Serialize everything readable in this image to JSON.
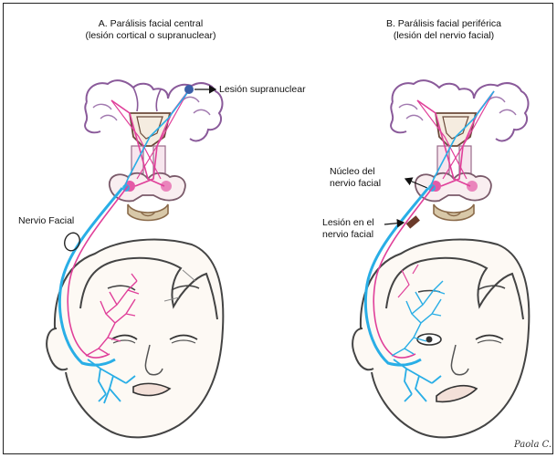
{
  "panels": [
    {
      "title_line1": "A.  Parálisis facial central",
      "title_line2": "(lesión cortical o supranuclear)"
    },
    {
      "title_line1": "B. Parálisis facial periférica",
      "title_line2": "(lesión del nervio facial)"
    }
  ],
  "labels": {
    "supranuclear_lesion": "Lesión supranuclear",
    "facial_nerve": "Nervio Facial",
    "facial_nucleus_line1": "Núcleo del",
    "facial_nucleus_line2": "nervio facial",
    "nerve_lesion_line1": "Lesión en el",
    "nerve_lesion_line2": "nervio facial"
  },
  "signature": "Paola C.",
  "colors": {
    "upper_motor_pathway": "#e0409a",
    "facial_nerve_pathway": "#29aee6",
    "brain_outline": "#8a5a9a",
    "brainstem": "#8a6a4a",
    "skin_outline": "#444444",
    "lesion_mark": "#6b3a2a"
  }
}
